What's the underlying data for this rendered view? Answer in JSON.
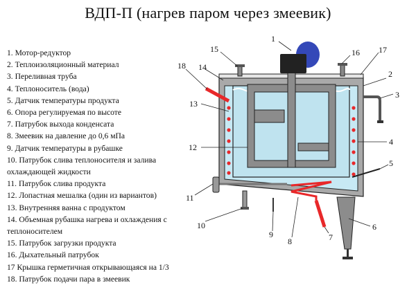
{
  "title": "ВДП-П (нагрев паром через змеевик)",
  "legend": [
    "1. Мотор-редуктор",
    "2. Теплоизоляционный материал",
    "3. Переливная труба",
    "4. Теплоноситель (вода)",
    "5. Датчик температуры продукта",
    "6. Опора регулируемая по высоте",
    "7. Патрубок выхода конденсата",
    "8. Змеевик на давление до 0,6 мПа",
    "9. Датчик температуры в рубашке",
    "10. Патрубок слива теплоносителя и залива охлаждающей жидкости",
    "11. Патрубок слива продукта",
    "12. Лопастная мешалка (один из вариантов)",
    "13. Внутренняя ванна с продуктом",
    "14. Объемная рубашка нагрева и охлаждения с теплоносителем",
    "15. Патрубок загрузки продукта",
    "16. Дыхательный патрубок",
    "17 Крышка герметичная открывающаяся на 1/3",
    "18. Патрубок подачи пара в змеевик"
  ],
  "callouts": [
    "1",
    "2",
    "3",
    "4",
    "5",
    "6",
    "7",
    "8",
    "9",
    "10",
    "11",
    "12",
    "13",
    "14",
    "15",
    "16",
    "17",
    "18"
  ],
  "colors": {
    "jacket": "#a9a9a9",
    "jacket_outline": "#222222",
    "water": "#c7e9f4",
    "product": "#bfe3ef",
    "mixer": "#8c8c8c",
    "motor_body": "#222222",
    "motor_cap": "#3448b8",
    "coil": "#e8282a",
    "leg": "#8c8c8c"
  }
}
